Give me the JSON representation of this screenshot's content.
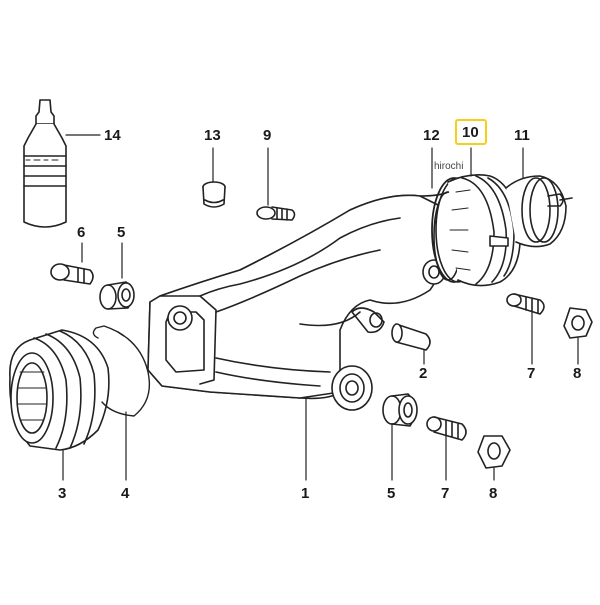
{
  "diagram": {
    "watermark": "hirochi",
    "highlighted_part": "10",
    "colors": {
      "highlight": "#f5cf1a",
      "line": "#222222"
    },
    "callouts": [
      {
        "id": "14",
        "part": "oil-bottle"
      },
      {
        "id": "13",
        "part": "cap"
      },
      {
        "id": "9",
        "part": "screw"
      },
      {
        "id": "12",
        "part": "clamp-ring"
      },
      {
        "id": "10",
        "part": "rubber-boot"
      },
      {
        "id": "11",
        "part": "hose-clamp"
      },
      {
        "id": "6",
        "part": "bolt-left"
      },
      {
        "id": "5",
        "part": "bearing"
      },
      {
        "id": "2",
        "part": "pin"
      },
      {
        "id": "7",
        "part": "stud"
      },
      {
        "id": "8",
        "part": "nut"
      },
      {
        "id": "3",
        "part": "dust-boot"
      },
      {
        "id": "4",
        "part": "circlip"
      },
      {
        "id": "1",
        "part": "swingarm"
      }
    ]
  }
}
